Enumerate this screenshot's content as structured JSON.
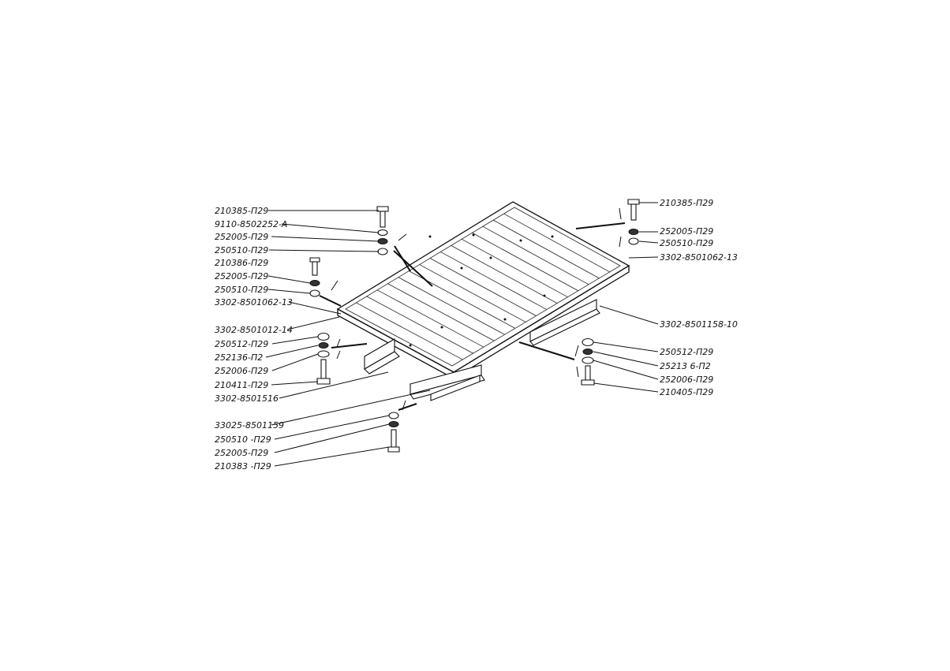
{
  "labels": {
    "l1": "210385-П29",
    "l2": "9110-8502252-А",
    "l3": "252005-П29",
    "l4": "250510-П29",
    "l5": "210386-П29",
    "l6": "252005-П29",
    "l7": "250510-П29",
    "l8": "3302-8501062-13",
    "l9": "3302-8501012-14",
    "l10": "250512-П29",
    "l11": "252136-П2",
    "l12": "252006-П29",
    "l13": "210411-П29",
    "l14": "3302-8501516",
    "l15": "33025-8501159",
    "l16": "250510 -П29",
    "l17": "252005-П29",
    "l18": "210383 -П29",
    "r1": "210385-П29",
    "r2": "252005-П29",
    "r3": "250510-П29",
    "r4": "3302-8501062-13",
    "r5": "3302-8501158-10",
    "r6": "250512-П29",
    "r7": "25213 6-П2",
    "r8": "252006-П29",
    "r9": "210405-П29"
  }
}
